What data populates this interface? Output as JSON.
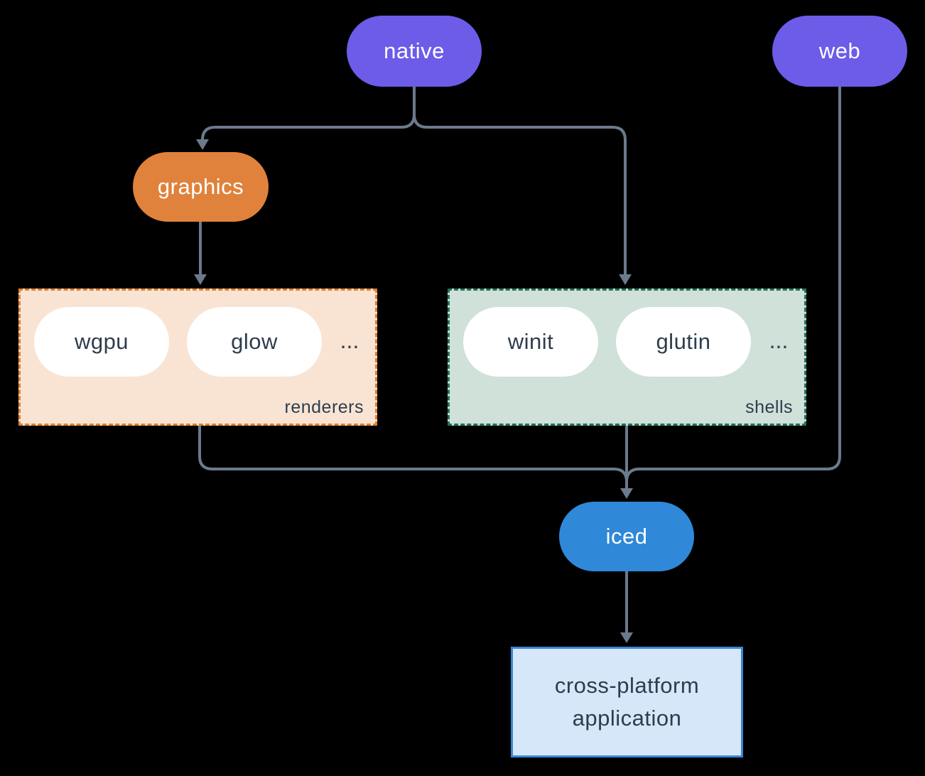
{
  "diagram": {
    "nodes": {
      "native": {
        "label": "native"
      },
      "web": {
        "label": "web"
      },
      "graphics": {
        "label": "graphics"
      },
      "iced": {
        "label": "iced"
      },
      "application": {
        "lines": [
          "cross-platform",
          "application"
        ]
      }
    },
    "groups": {
      "renderers": {
        "label": "renderers",
        "items": [
          "wgpu",
          "glow"
        ],
        "more": "..."
      },
      "shells": {
        "label": "shells",
        "items": [
          "winit",
          "glutin"
        ],
        "more": "..."
      }
    },
    "edges": [
      {
        "from": "native",
        "to": "graphics"
      },
      {
        "from": "native",
        "to": "shells"
      },
      {
        "from": "graphics",
        "to": "renderers"
      },
      {
        "from": "renderers",
        "to": "iced"
      },
      {
        "from": "shells",
        "to": "iced"
      },
      {
        "from": "web",
        "to": "iced"
      },
      {
        "from": "iced",
        "to": "application"
      }
    ],
    "colors": {
      "background": "#000000",
      "node_purple": "#6c5ce8",
      "node_orange": "#e0823c",
      "node_blue": "#2f88d8",
      "pill_white": "#ffffff",
      "renderers_bg": "#f9e4d4",
      "renderers_border": "#e07f2e",
      "shells_bg": "#cfe1d9",
      "shells_border": "#25705a",
      "app_bg": "#d5e7f8",
      "app_border": "#3a86d2",
      "connector": "#6b7a8c",
      "text_dark": "#2e3d4d",
      "text_light": "#ffffff"
    }
  }
}
